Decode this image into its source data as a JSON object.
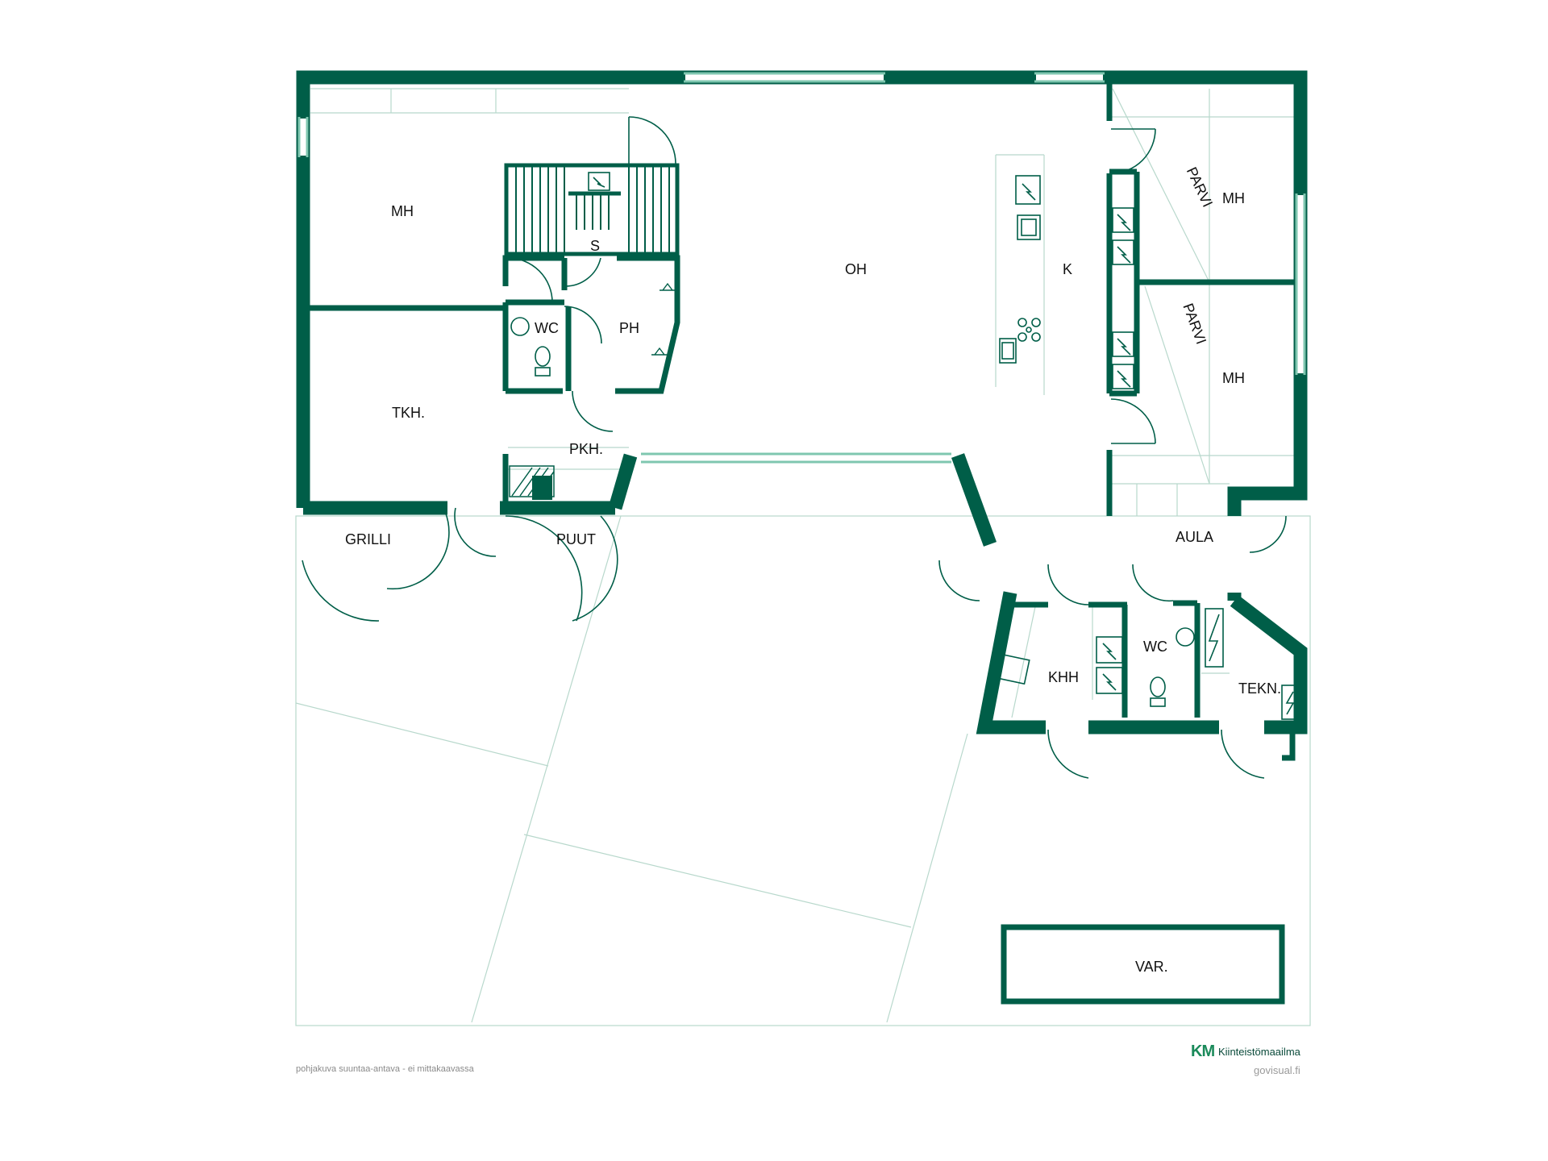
{
  "colors": {
    "wall": "#005e48",
    "thin": "#7fc7b0",
    "line": "#b8d8cc",
    "stair": "#005e48"
  },
  "rooms": {
    "mh1": "MH",
    "s": "S",
    "oh": "OH",
    "k": "K",
    "parvi1": "PARVI",
    "mh2": "MH",
    "wc1": "WC",
    "ph": "PH",
    "parvi2": "PARVI",
    "mh3": "MH",
    "tkh": "TKH.",
    "pkh": "PKH.",
    "grilli": "GRILLI",
    "puut": "PUUT",
    "aula": "AULA",
    "wc2": "WC",
    "khh": "KHH",
    "tekn": "TEKN.",
    "var": "VAR."
  },
  "footer": {
    "note": "pohjakuva suuntaa-antava - ei mittakaavassa",
    "brand_mark": "KM",
    "brand_name": "Kiinteistömaailma",
    "site": "govisual.fi"
  },
  "icons": [
    "appliance-icon",
    "sink-icon",
    "stove-icon",
    "toilet-icon",
    "shower-icon",
    "washbasin-icon"
  ]
}
